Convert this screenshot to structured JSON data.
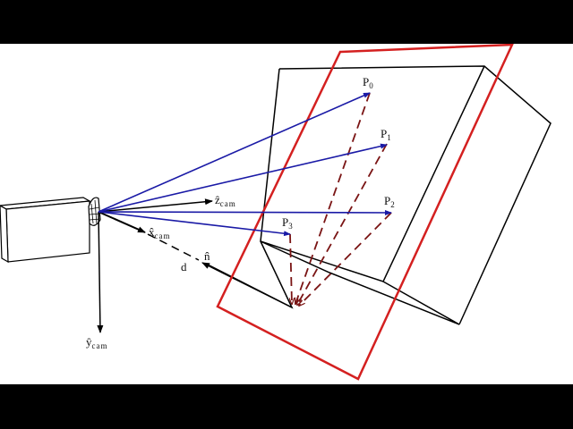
{
  "figure": {
    "type": "camera-plane-geometry diagram",
    "colors": {
      "background": "#ffffff",
      "letterbox": "#000000",
      "rays": "#1a1aa6",
      "plane": "#d42020",
      "projection_dashes": "#7a1414",
      "object": "#000000"
    }
  },
  "labels": {
    "z_cam": {
      "base": "ẑ",
      "sub": "cam"
    },
    "x_cam": {
      "base": "x̂",
      "sub": "cam"
    },
    "y_cam": {
      "base": "ŷ",
      "sub": "cam"
    },
    "n_hat": "n̂",
    "d": "d",
    "p0": {
      "base": "P",
      "sub": "0"
    },
    "p1": {
      "base": "P",
      "sub": "1"
    },
    "p2": {
      "base": "P",
      "sub": "2"
    },
    "p3": {
      "base": "P",
      "sub": "3"
    }
  }
}
